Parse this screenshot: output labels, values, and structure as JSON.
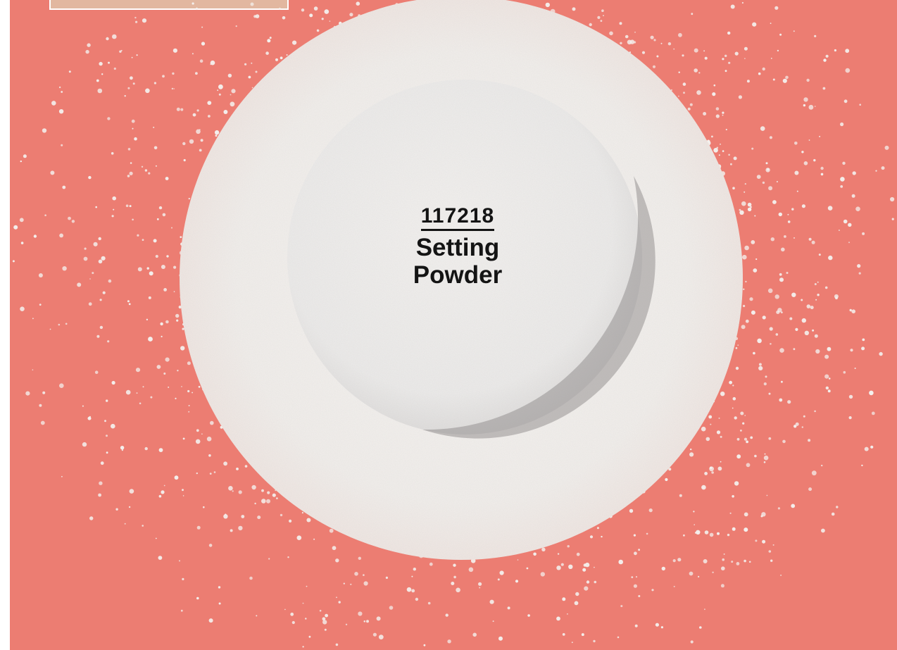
{
  "product": {
    "code": "117218",
    "name_line1": "Setting",
    "name_line2": "Powder"
  },
  "colors": {
    "background": "#ec7d72",
    "powder": "#f4f1ee",
    "swatch": "#e2b7a0"
  }
}
